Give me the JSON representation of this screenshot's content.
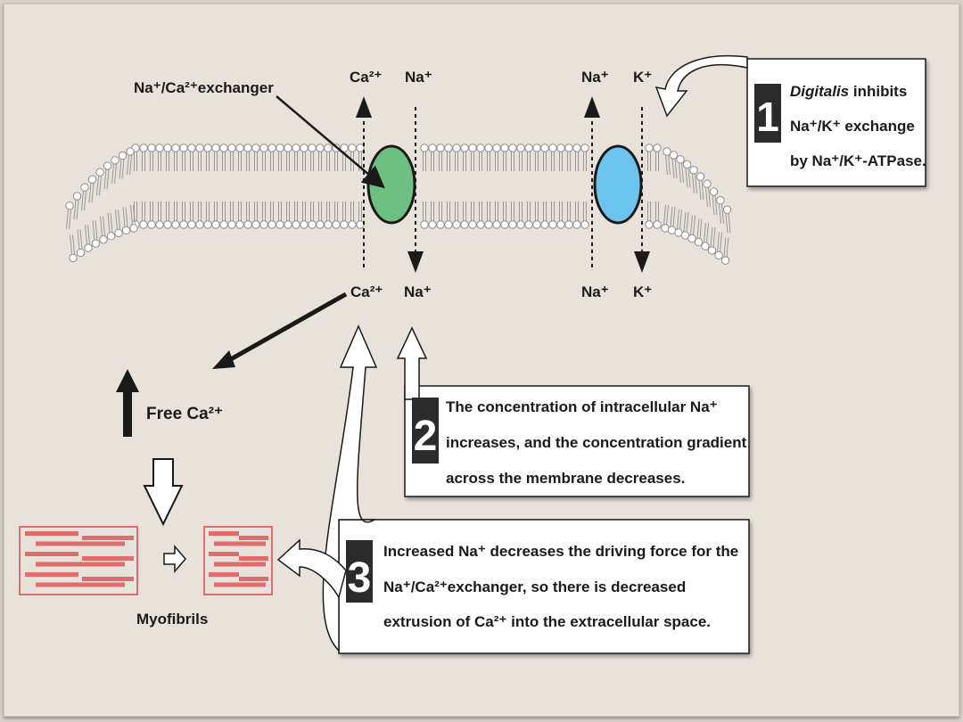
{
  "labels": {
    "exchanger": "Na⁺/Ca²⁺exchanger",
    "ca_top": "Ca²⁺",
    "na_top_left": "Na⁺",
    "na_top_right": "Na⁺",
    "k_top": "K⁺",
    "ca_bottom": "Ca²⁺",
    "na_bottom_left": "Na⁺",
    "na_bottom_right": "Na⁺",
    "k_bottom": "K⁺",
    "free_ca": "Free Ca²⁺",
    "myofibrils": "Myofibrils"
  },
  "callouts": [
    {
      "number": "1",
      "line1_italic": "Digitalis",
      "line1_rest": " inhibits",
      "line2": "Na⁺/K⁺ exchange",
      "line3": "by Na⁺/K⁺-ATPase."
    },
    {
      "number": "2",
      "line1": "The concentration of intracellular Na⁺",
      "line2": "increases, and the concentration gradient",
      "line3": "across the membrane decreases."
    },
    {
      "number": "3",
      "line1": "Increased Na⁺ decreases the driving force for the",
      "line2": "Na⁺/Ca²⁺exchanger, so there is decreased",
      "line3": "extrusion of Ca²⁺ into the extracellular space."
    }
  ],
  "colors": {
    "exchanger": "#6dbf82",
    "atpase": "#6cc3ee",
    "myofibril": "#e06c6c",
    "number_box": "#2b2b2b"
  }
}
